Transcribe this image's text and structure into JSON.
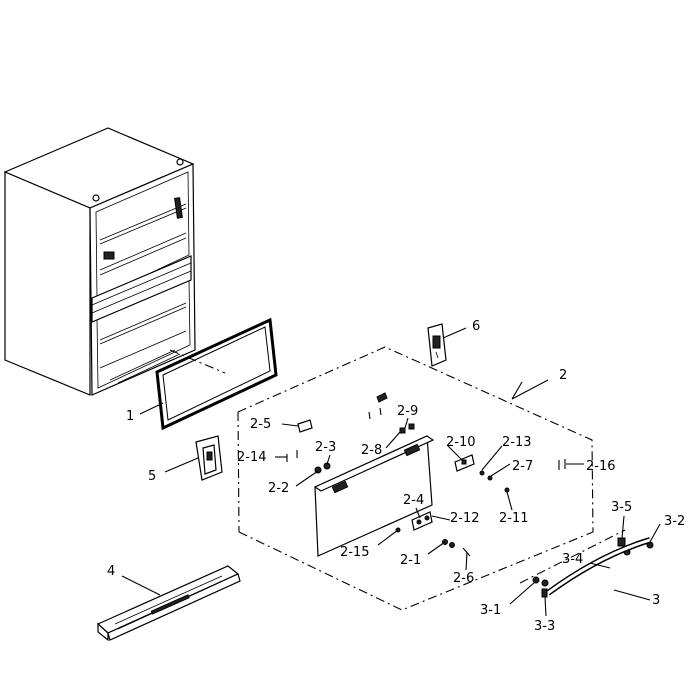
{
  "labels": {
    "l1": "1",
    "l2": "2",
    "l3": "3",
    "l4": "4",
    "l5": "5",
    "l6": "6",
    "l2_1": "2-1",
    "l2_2": "2-2",
    "l2_3": "2-3",
    "l2_4": "2-4",
    "l2_5": "2-5",
    "l2_6": "2-6",
    "l2_7": "2-7",
    "l2_8": "2-8",
    "l2_9": "2-9",
    "l2_10": "2-10",
    "l2_11": "2-11",
    "l2_12": "2-12",
    "l2_13": "2-13",
    "l2_14": "2-14",
    "l2_15": "2-15",
    "l2_16": "2-16",
    "l3_1": "3-1",
    "l3_2": "3-2",
    "l3_3": "3-3",
    "l3_4": "3-4",
    "l3_5": "3-5"
  }
}
